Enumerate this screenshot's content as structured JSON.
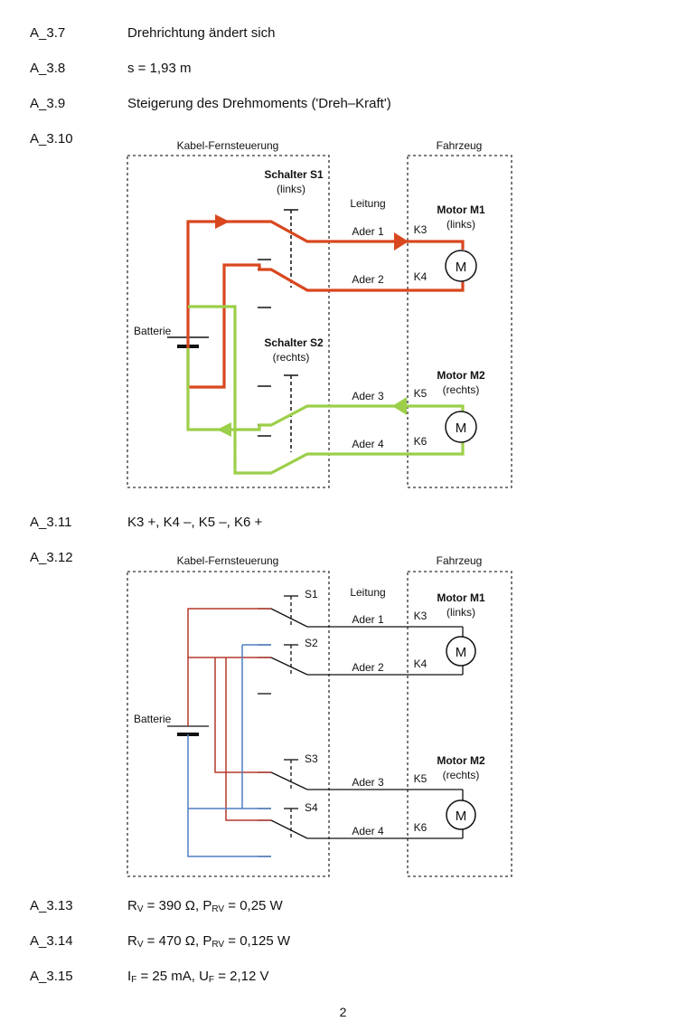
{
  "answers": [
    {
      "id": "A_3.7",
      "text": "Drehrichtung ändert sich"
    },
    {
      "id": "A_3.8",
      "text": "s = 1,93 m"
    },
    {
      "id": "A_3.9",
      "text": "Steigerung des Drehmoments ('Dreh–Kraft')"
    },
    {
      "id": "A_3.10",
      "text": ""
    },
    {
      "id": "A_3.11",
      "text": "K3 +, K4 –, K5 –, K6 +"
    },
    {
      "id": "A_3.12",
      "text": ""
    }
  ],
  "formulas": [
    {
      "id": "A_3.13",
      "r": "R",
      "r_sub": "V",
      "r_val": " = 390 Ω, ",
      "p": "P",
      "p_sub": "RV",
      "p_val": " = 0,25 W"
    },
    {
      "id": "A_3.14",
      "r": "R",
      "r_sub": "V",
      "r_val": " = 470 Ω, ",
      "p": "P",
      "p_sub": "RV",
      "p_val": " = 0,125 W"
    },
    {
      "id": "A_3.15",
      "r": "I",
      "r_sub": "F",
      "r_val": " = 25 mA, ",
      "p": "U",
      "p_sub": "F",
      "p_val": " = 2,12 V"
    }
  ],
  "diagram1": {
    "box_left": "Kabel-Fernsteuerung",
    "box_right": "Fahrzeug",
    "s1": "Schalter S1",
    "s1_sub": "(links)",
    "s2": "Schalter S2",
    "s2_sub": "(rechts)",
    "leitung": "Leitung",
    "batterie": "Batterie",
    "m1": "Motor M1",
    "m1_sub": "(links)",
    "m2": "Motor M2",
    "m2_sub": "(rechts)",
    "ader1": "Ader 1",
    "ader2": "Ader 2",
    "ader3": "Ader 3",
    "ader4": "Ader 4",
    "k3": "K3",
    "k4": "K4",
    "k5": "K5",
    "k6": "K6",
    "motor_symbol": "M",
    "colors": {
      "red": "#d9471f",
      "green": "#9ccf4a"
    }
  },
  "diagram2": {
    "box_left": "Kabel-Fernsteuerung",
    "box_right": "Fahrzeug",
    "s1": "S1",
    "s2": "S2",
    "s3": "S3",
    "s4": "S4",
    "leitung": "Leitung",
    "batterie": "Batterie",
    "m1": "Motor M1",
    "m1_sub": "(links)",
    "m2": "Motor M2",
    "m2_sub": "(rechts)",
    "ader1": "Ader 1",
    "ader2": "Ader 2",
    "ader3": "Ader 3",
    "ader4": "Ader 4",
    "k3": "K3",
    "k4": "K4",
    "k5": "K5",
    "k6": "K6",
    "motor_symbol": "M",
    "colors": {
      "red": "#b5382c",
      "blue": "#4f7fc4"
    }
  },
  "page_number": "2"
}
